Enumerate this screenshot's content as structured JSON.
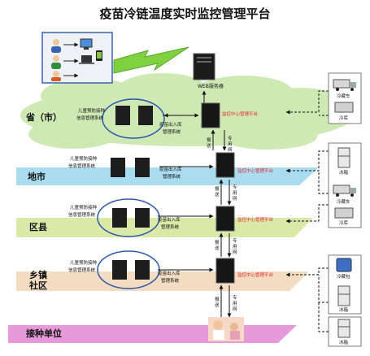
{
  "title": "疫苗冷链温度实时监控管理平台",
  "web_server": "WEB服务器",
  "levels": [
    {
      "name": "省（市）",
      "system_label": "儿童预防接种信息管理系统",
      "stock_label": "疫苗出入库管理系统",
      "center_label": "监控中心管理平台"
    },
    {
      "name": "地市",
      "system_label": "儿童预防接种信息管理系统",
      "stock_label": "疫苗出入库管理系统",
      "center_label": "监控中心管理平台"
    },
    {
      "name": "区县",
      "system_label": "儿童预防接种信息管理系统",
      "stock_label": "疫苗出入库管理系统",
      "center_label": "监控中心管理平台"
    },
    {
      "name": "乡镇社区",
      "system_label": "儿童预防接种信息管理系统",
      "stock_label": "疫苗出入库管理系统",
      "center_label": "监控中心管理平台"
    },
    {
      "name": "接种单位"
    }
  ],
  "link_labels": {
    "report": "报送",
    "network": "专用网"
  },
  "devices": {
    "province": [
      "冷藏车",
      "冷库"
    ],
    "city": [
      "冰箱",
      "冷藏车",
      "冷库"
    ],
    "town": [
      "冷藏包",
      "冰箱"
    ],
    "unit": [
      "冰箱"
    ]
  },
  "colors": {
    "center_text": "#e8262a",
    "cloud": "#cfe9b4",
    "band_city": "#a9dcef",
    "band_county": "#dbe9a8",
    "band_town": "#f3dcc2",
    "band_unit": "#e79ad9"
  }
}
